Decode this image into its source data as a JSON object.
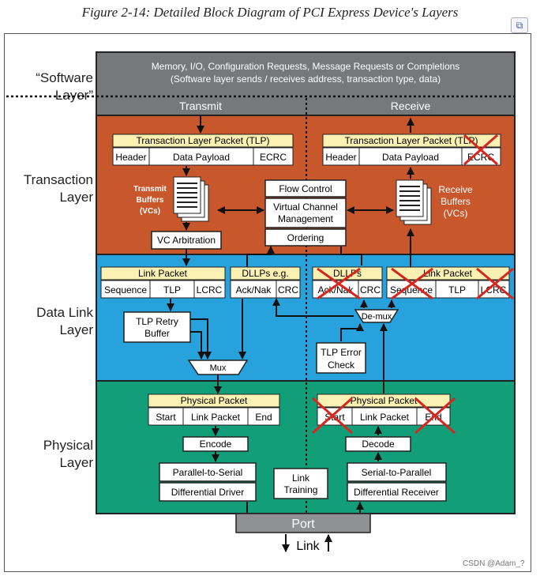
{
  "caption": "Figure 2-14: Detailed Block Diagram of PCI Express Device's Layers",
  "watermark": "CSDN @Adam_?",
  "icons": {
    "copy": "copy-icon"
  },
  "layers": {
    "software": [
      "“Software",
      "Layer”"
    ],
    "transaction": [
      "Transaction",
      "Layer"
    ],
    "datalink": [
      "Data Link",
      "Layer"
    ],
    "physical": [
      "Physical",
      "Layer"
    ]
  },
  "colors": {
    "software": "#76787a",
    "transaction": "#c9572c",
    "datalink": "#27a2dd",
    "physical": "#139e7a",
    "header": "#fbf1b3",
    "port": "#8f9193"
  },
  "software": {
    "line1": "Memory, I/O, Configuration Requests, Message Requests or Completions",
    "line2": "(Software layer sends / receives address, transaction type, data)",
    "transmit": "Transmit",
    "receive": "Receive"
  },
  "tx_tlp": {
    "title": "Transaction Layer Packet (TLP)",
    "header": "Header",
    "payload": "Data Payload",
    "ecrc": "ECRC"
  },
  "rx_tlp": {
    "title": "Transaction Layer Packet (TLP)",
    "header": "Header",
    "payload": "Data Payload",
    "ecrc": "ECRC"
  },
  "tx_buffers": [
    "Transmit",
    "Buffers",
    "(VCs)"
  ],
  "rx_buffers": [
    "Receive",
    "Buffers",
    "(VCs)"
  ],
  "vc_arbitration": "VC Arbitration",
  "flow_control": "Flow Control",
  "vc_management": [
    "Virtual Channel",
    "Management"
  ],
  "ordering": "Ordering",
  "tx_link_packet": {
    "title": "Link Packet",
    "sequence": "Sequence",
    "tlp": "TLP",
    "lcrc": "LCRC"
  },
  "tx_dllp": {
    "title": "DLLPs e.g.",
    "acknak": "Ack/Nak",
    "crc": "CRC"
  },
  "rx_dllp": {
    "title": "DLLPs",
    "acknak": "Ack/Nak",
    "crc": "CRC"
  },
  "rx_link_packet": {
    "title": "Link Packet",
    "sequence": "Sequence",
    "tlp": "TLP",
    "lcrc": "LCRC"
  },
  "retry_buffer": [
    "TLP Retry",
    "Buffer"
  ],
  "demux": "De-mux",
  "mux": "Mux",
  "error_check": [
    "TLP Error",
    "Check"
  ],
  "tx_phys": {
    "title": "Physical Packet",
    "start": "Start",
    "link": "Link Packet",
    "end": "End"
  },
  "rx_phys": {
    "title": "Physical Packet",
    "start": "Start",
    "link": "Link Packet",
    "end": "End"
  },
  "encode": "Encode",
  "decode": "Decode",
  "p2s": "Parallel-to-Serial",
  "diff_driver": "Differential Driver",
  "s2p": "Serial-to-Parallel",
  "diff_receiver": "Differential Receiver",
  "link_training": [
    "Link",
    "Training"
  ],
  "port": "Port",
  "link": "Link"
}
